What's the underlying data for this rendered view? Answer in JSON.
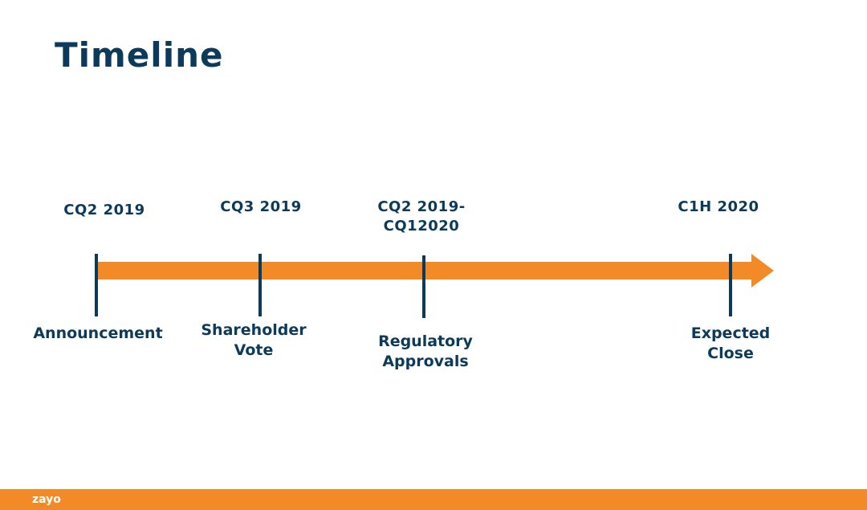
{
  "slide": {
    "title": "Timeline"
  },
  "timeline": {
    "milestones": [
      {
        "date": "CQ2 2019",
        "event": "Announcement"
      },
      {
        "date": "CQ3 2019",
        "event": "Shareholder\nVote"
      },
      {
        "date": "CQ2 2019-\nCQ12020",
        "event": "Regulatory\nApprovals"
      },
      {
        "date": "C1H 2020",
        "event": "Expected\nClose"
      }
    ]
  },
  "colors": {
    "accent": "#f28a28",
    "text": "#0b3a5b",
    "background": "#ffffff"
  },
  "footer": {
    "logo_text": "zayo"
  }
}
